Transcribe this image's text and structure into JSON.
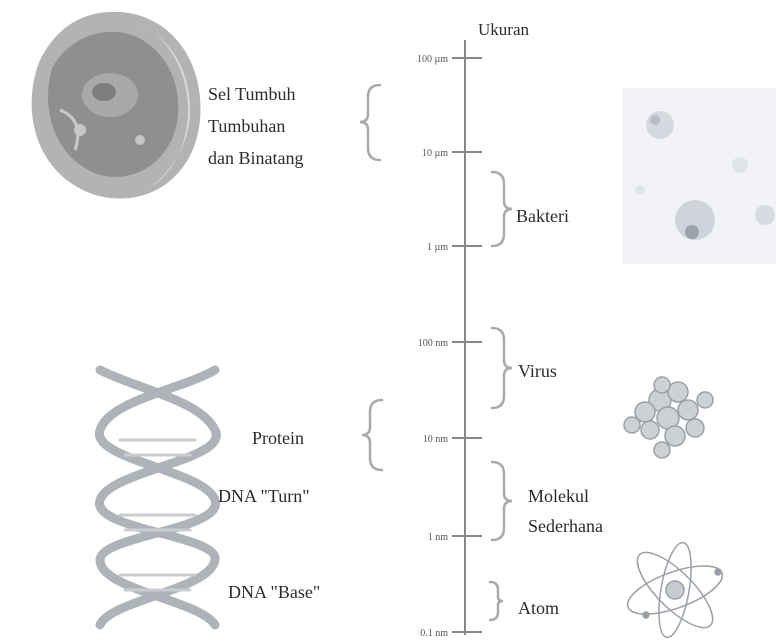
{
  "axis": {
    "title": "Ukuran",
    "ticks": [
      "100 µm",
      "10 µm",
      "1 µm",
      "100 nm",
      "10 nm",
      "1 nm",
      "0.1 nm"
    ]
  },
  "categories": {
    "cells": [
      "Sel Tumbuh",
      "Tumbuhan",
      "dan Binatang"
    ],
    "bacteria": "Bakteri",
    "virus": "Virus",
    "protein": "Protein",
    "molecules": [
      "Molekul",
      "Sederhana"
    ],
    "dna_turn": "DNA \"Turn\"",
    "dna_base": "DNA \"Base\"",
    "atom": "Atom"
  },
  "colors": {
    "ink": "#2b2b2b",
    "axis": "#888888",
    "illustration": "#9aa0a8"
  }
}
